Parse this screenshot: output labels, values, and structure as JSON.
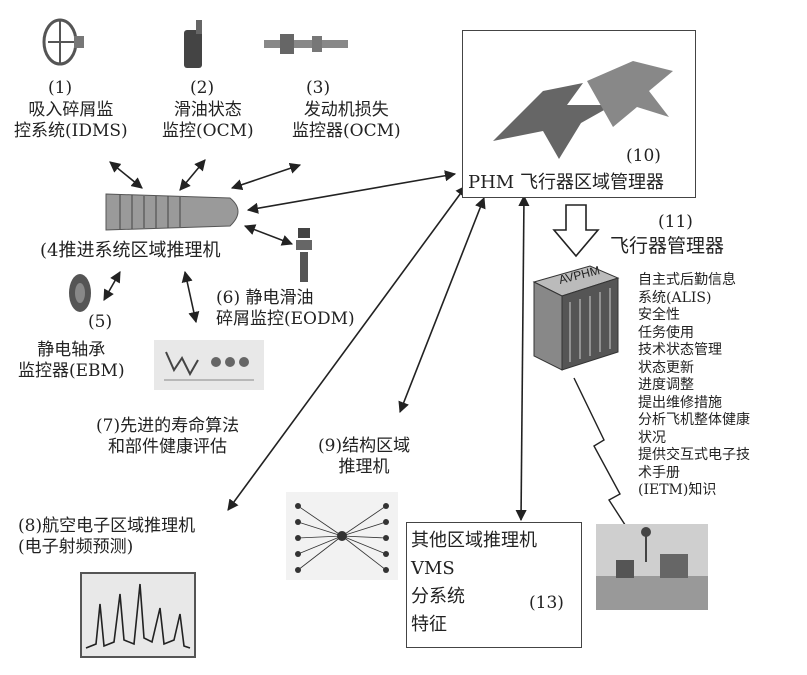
{
  "nodes": {
    "idms": {
      "num": "(1)",
      "text": "吸入碎屑监\n控系统(IDMS)"
    },
    "ocm_oil": {
      "num": "(2)",
      "text": "滑油状态\n监控(OCM)"
    },
    "ocm_eng": {
      "num": "(3)",
      "text": "发动机损失\n监控器(OCM)"
    },
    "propulsion": {
      "text": "(4推进系统区域推理机"
    },
    "ebm": {
      "num": "(5)",
      "text": "静电轴承\n监控器(EBM)"
    },
    "eodm": {
      "text": "(6) 静电滑油\n碎屑监控(EODM)"
    },
    "life": {
      "text": "(7)先进的寿命算法\n和部件健康评估"
    },
    "avionics": {
      "text": "(8)航空电子区域推理机\n(电子射频预测)"
    },
    "structure": {
      "text": "(9)结构区域\n推理机"
    },
    "phm": {
      "num": "(10)",
      "text": "PHM 飞行器区域管理器"
    },
    "aircraft_mgr": {
      "num": "(11)",
      "text": "飞行器管理器",
      "server_label": "AVPHM"
    },
    "other": {
      "num": "(13)",
      "lines": [
        "其他区域推理机",
        "VMS",
        "分系统",
        "特征"
      ]
    }
  },
  "functions": [
    "自主式后勤信息",
    "系统(ALIS)",
    "安全性",
    "任务使用",
    "技术状态管理",
    "状态更新",
    "进度调整",
    "提出维修措施",
    "分析飞机整体健康",
    "状况",
    "提供交互式电子技",
    "术手册",
    "(IETM)知识"
  ],
  "colors": {
    "line": "#222222",
    "pic": "#555555",
    "panel": "#e8e8e8"
  }
}
